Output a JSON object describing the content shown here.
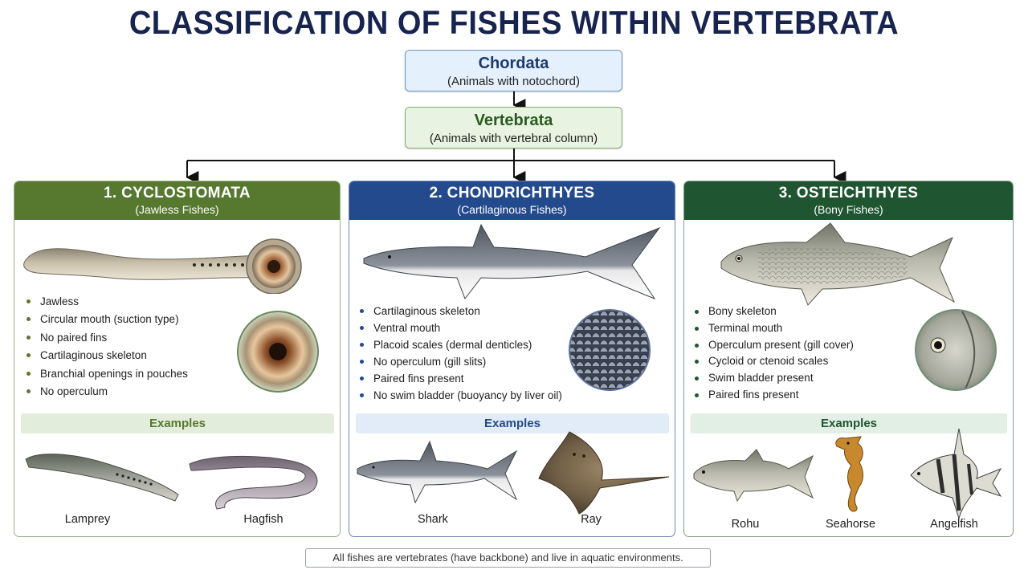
{
  "title": "CLASSIFICATION OF FISHES WITHIN VERTEBRATA",
  "hierarchy": {
    "chordata": {
      "name": "Chordata",
      "desc": "(Animals with notochord)"
    },
    "vertebrata": {
      "name": "Vertebrata",
      "desc": "(Animals with vertebral column)"
    }
  },
  "groups": [
    {
      "heading": "1. CYCLOSTOMATA",
      "subheading": "(Jawless Fishes)",
      "color": "#56792f",
      "traits": [
        "Jawless",
        "Circular mouth (suction type)",
        "No paired fins",
        "Cartilaginous skeleton",
        "Branchial openings in pouches",
        "No operculum"
      ],
      "examples_label": "Examples",
      "examples": [
        "Lamprey",
        "Hagfish"
      ]
    },
    {
      "heading": "2. CHONDRICHTHYES",
      "subheading": "(Cartilaginous Fishes)",
      "color": "#244a8e",
      "traits": [
        "Cartilaginous skeleton",
        "Ventral mouth",
        "Placoid scales (dermal denticles)",
        "No operculum (gill slits)",
        "Paired fins present",
        "No swim bladder (buoyancy by liver oil)"
      ],
      "examples_label": "Examples",
      "examples": [
        "Shark",
        "Ray"
      ]
    },
    {
      "heading": "3. OSTEICHTHYES",
      "subheading": "(Bony Fishes)",
      "color": "#1f5530",
      "traits": [
        "Bony skeleton",
        "Terminal mouth",
        "Operculum present (gill cover)",
        "Cycloid or ctenoid scales",
        "Swim bladder present",
        "Paired fins present"
      ],
      "examples_label": "Examples",
      "examples": [
        "Rohu",
        "Seahorse",
        "Angelfish"
      ]
    }
  ],
  "footer": "All fishes are vertebrates (have backbone) and live in aquatic environments."
}
